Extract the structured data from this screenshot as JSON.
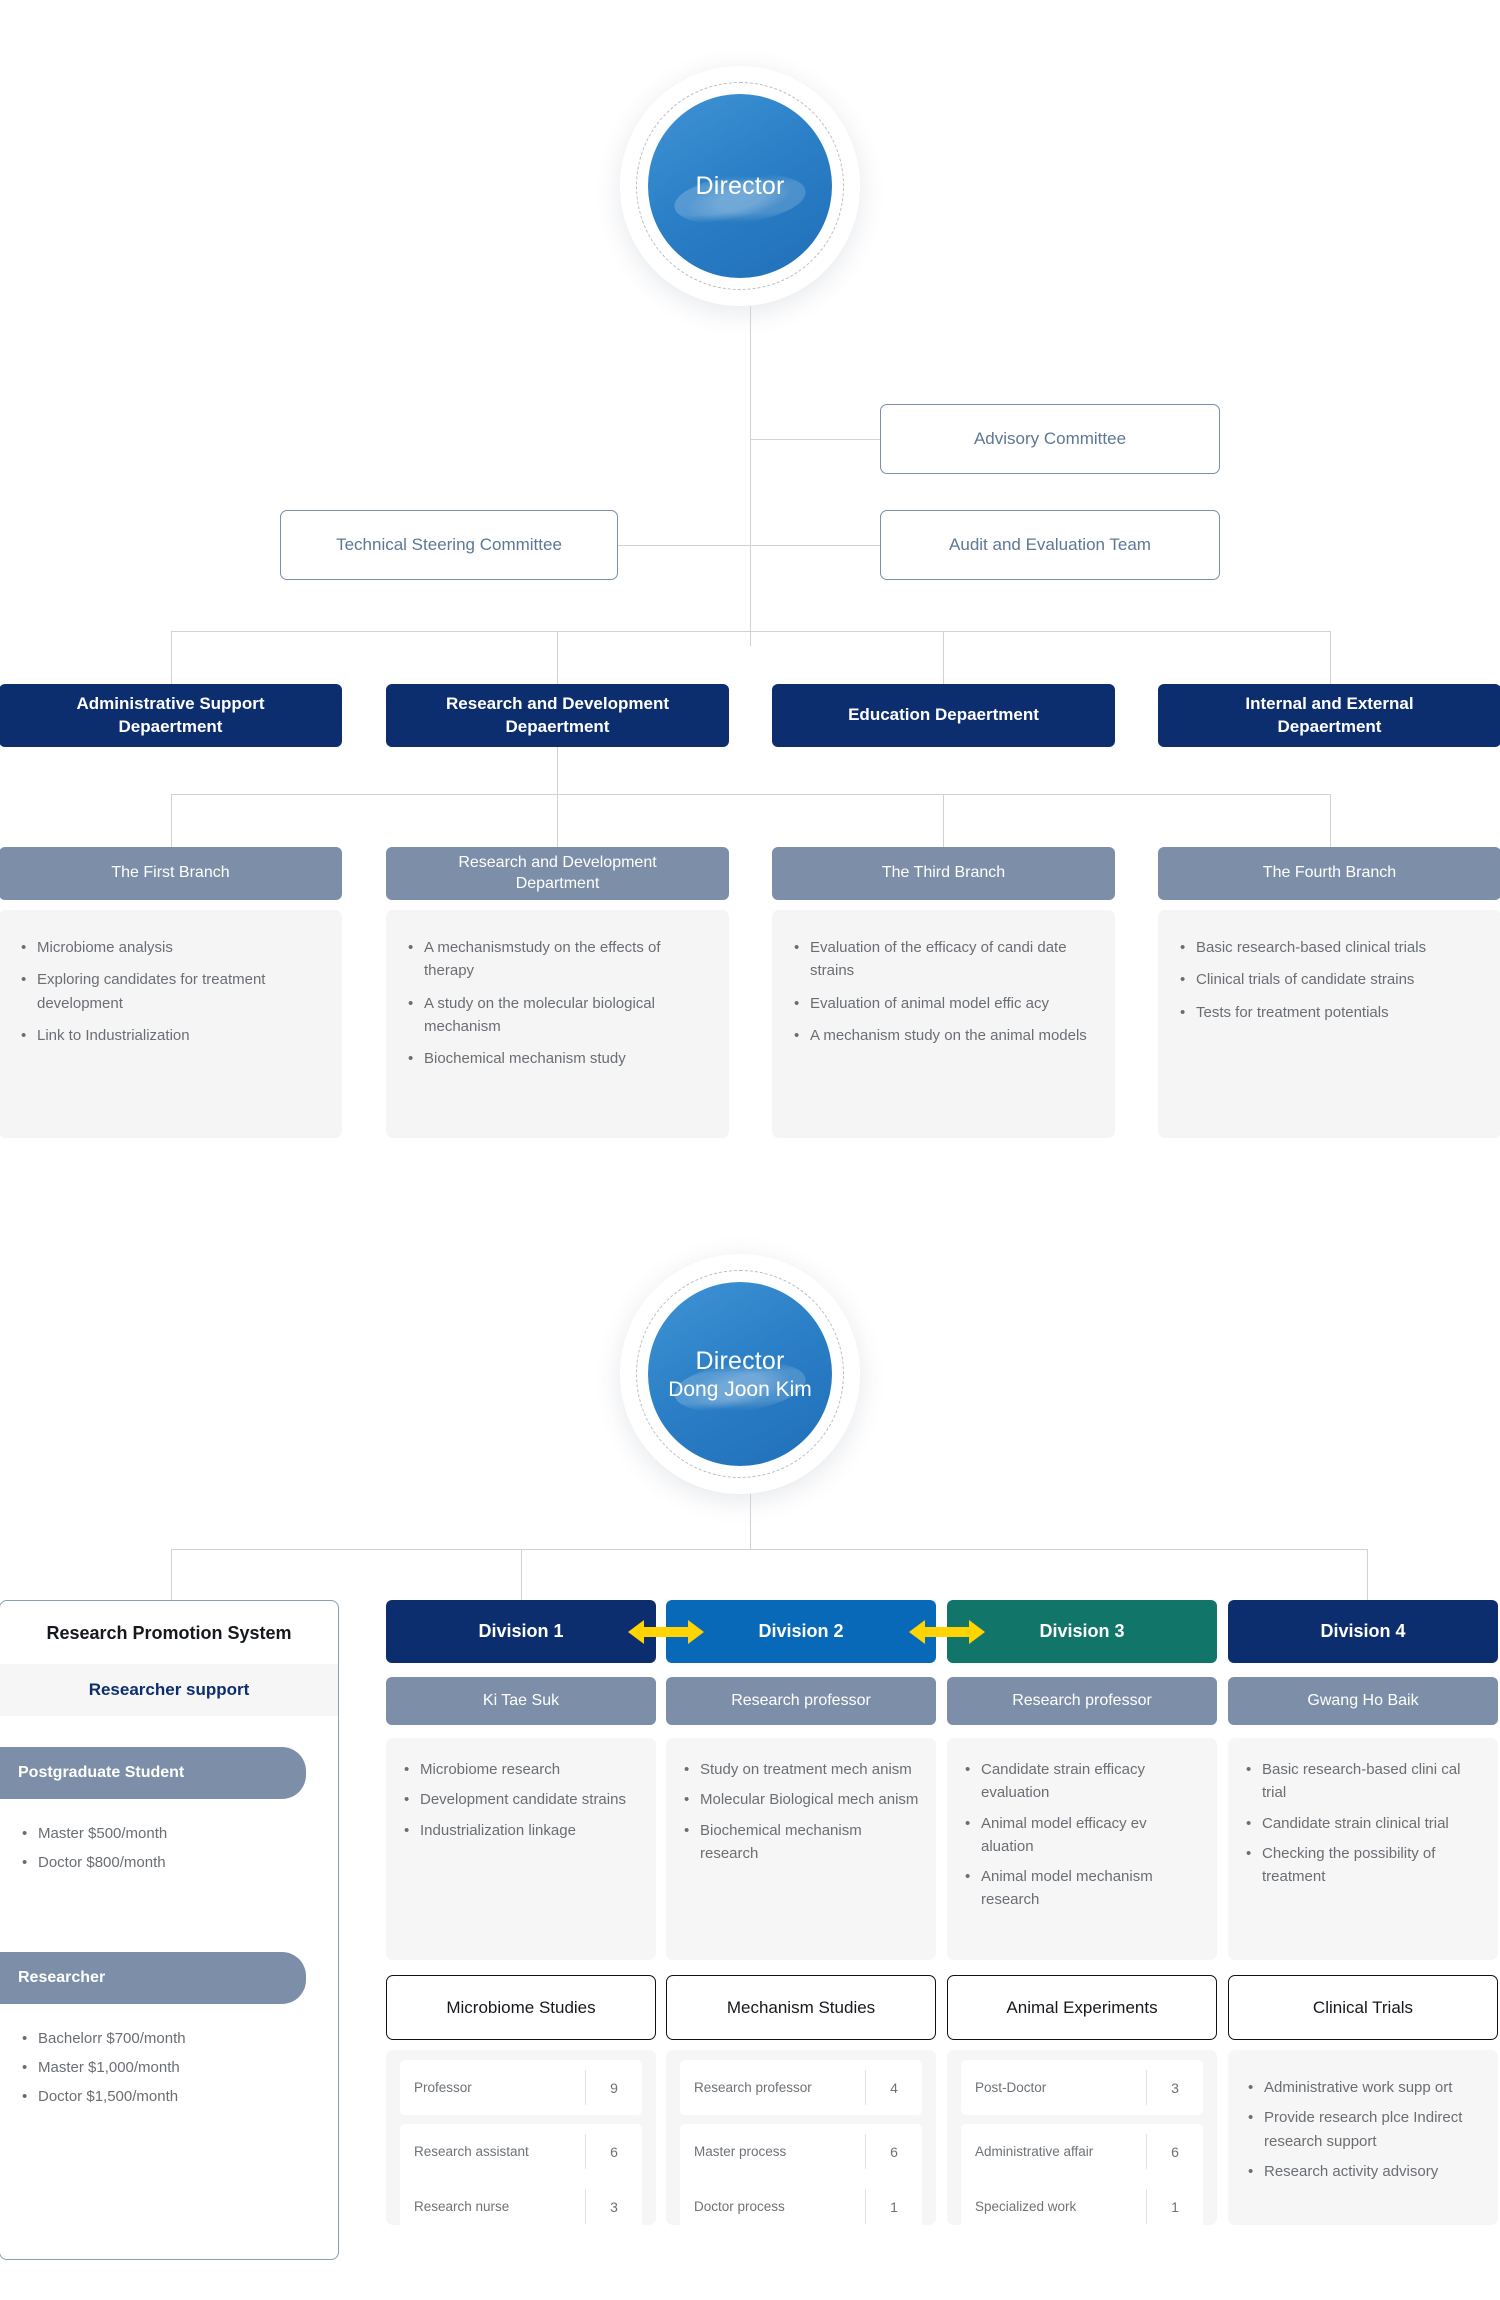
{
  "org_top": {
    "director": {
      "title": "Director"
    },
    "committees": [
      {
        "name": "advisory-committee",
        "label": "Advisory Committee"
      },
      {
        "name": "technical-steering-committee",
        "label": "Technical Steering Committee"
      },
      {
        "name": "audit-and-evaluation-team",
        "label": "Audit and Evaluation Team"
      }
    ],
    "departments": [
      {
        "label": "Administrative Support\nDepaertment"
      },
      {
        "label": "Research and Development\nDepaertment"
      },
      {
        "label": "Education Depaertment"
      },
      {
        "label": "Internal and External\nDepaertment"
      }
    ],
    "branches": [
      {
        "header": "The First Branch",
        "items": [
          "Microbiome analysis",
          "Exploring candidates for treatment development",
          "Link to Industrialization"
        ]
      },
      {
        "header": "Research and Development\nDepartment",
        "items": [
          "A mechanismstudy on the effects of therapy",
          "A study on the molecular biological mechanism",
          "Biochemical mechanism study"
        ]
      },
      {
        "header": "The Third Branch",
        "items": [
          "Evaluation of the efficacy of candi date strains",
          "Evaluation of animal model effic acy",
          "A mechanism study on the animal models"
        ]
      },
      {
        "header": "The Fourth Branch",
        "items": [
          "Basic research-based clinical trials",
          "Clinical trials of candidate strains",
          "Tests for treatment potentials"
        ]
      }
    ]
  },
  "org_bottom": {
    "director": {
      "title": "Director",
      "name": "Dong Joon Kim"
    },
    "research_promotion": {
      "title": "Research Promotion System",
      "subtitle": "Researcher support",
      "groups": [
        {
          "pill": "Postgraduate Student",
          "items": [
            "Master $500/month",
            "Doctor $800/month"
          ]
        },
        {
          "pill": "Researcher",
          "items": [
            "Bachelorr $700/month",
            "Master $1,000/month",
            "Doctor $1,500/month"
          ]
        }
      ]
    },
    "divisions": [
      {
        "label": "Division 1",
        "color": "#0d2e6e",
        "lead": "Ki Tae Suk",
        "items": [
          "Microbiome research",
          "Development candidate strains",
          "Industrialization linkage"
        ],
        "study": "Microbiome Studies",
        "table": [
          {
            "label": "Professor",
            "value": "9"
          },
          {
            "label": "Research assistant",
            "value": "6"
          },
          {
            "label": "Research nurse",
            "value": "3"
          }
        ]
      },
      {
        "label": "Division 2",
        "color": "#0869b8",
        "lead": "Research professor",
        "items": [
          "Study on treatment mech anism",
          "Molecular Biological mech anism",
          "Biochemical mechanism research"
        ],
        "study": "Mechanism Studies",
        "table": [
          {
            "label": "Research professor",
            "value": "4"
          },
          {
            "label": "Master process",
            "value": "6"
          },
          {
            "label": "Doctor process",
            "value": "1"
          }
        ]
      },
      {
        "label": "Division 3",
        "color": "#12756a",
        "lead": "Research professor",
        "items": [
          "Candidate strain efficacy evaluation",
          "Animal model efficacy ev aluation",
          "Animal model mechanism research"
        ],
        "study": "Animal Experiments",
        "table": [
          {
            "label": "Post-Doctor",
            "value": "3"
          },
          {
            "label": "Administrative affair",
            "value": "6"
          },
          {
            "label": "Specialized work",
            "value": "1"
          }
        ]
      },
      {
        "label": "Division 4",
        "color": "#0d2e6e",
        "lead": "Gwang Ho Baik",
        "items": [
          "Basic research-based clini cal trial",
          "Candidate strain clinical trial",
          "Checking the possibility of treatment"
        ],
        "study": "Clinical Trials",
        "clinical_items": [
          "Administrative work supp ort",
          "Provide research plce Indirect research support",
          "Research activity advisory"
        ]
      }
    ],
    "arrow_color": "#ffd400"
  }
}
